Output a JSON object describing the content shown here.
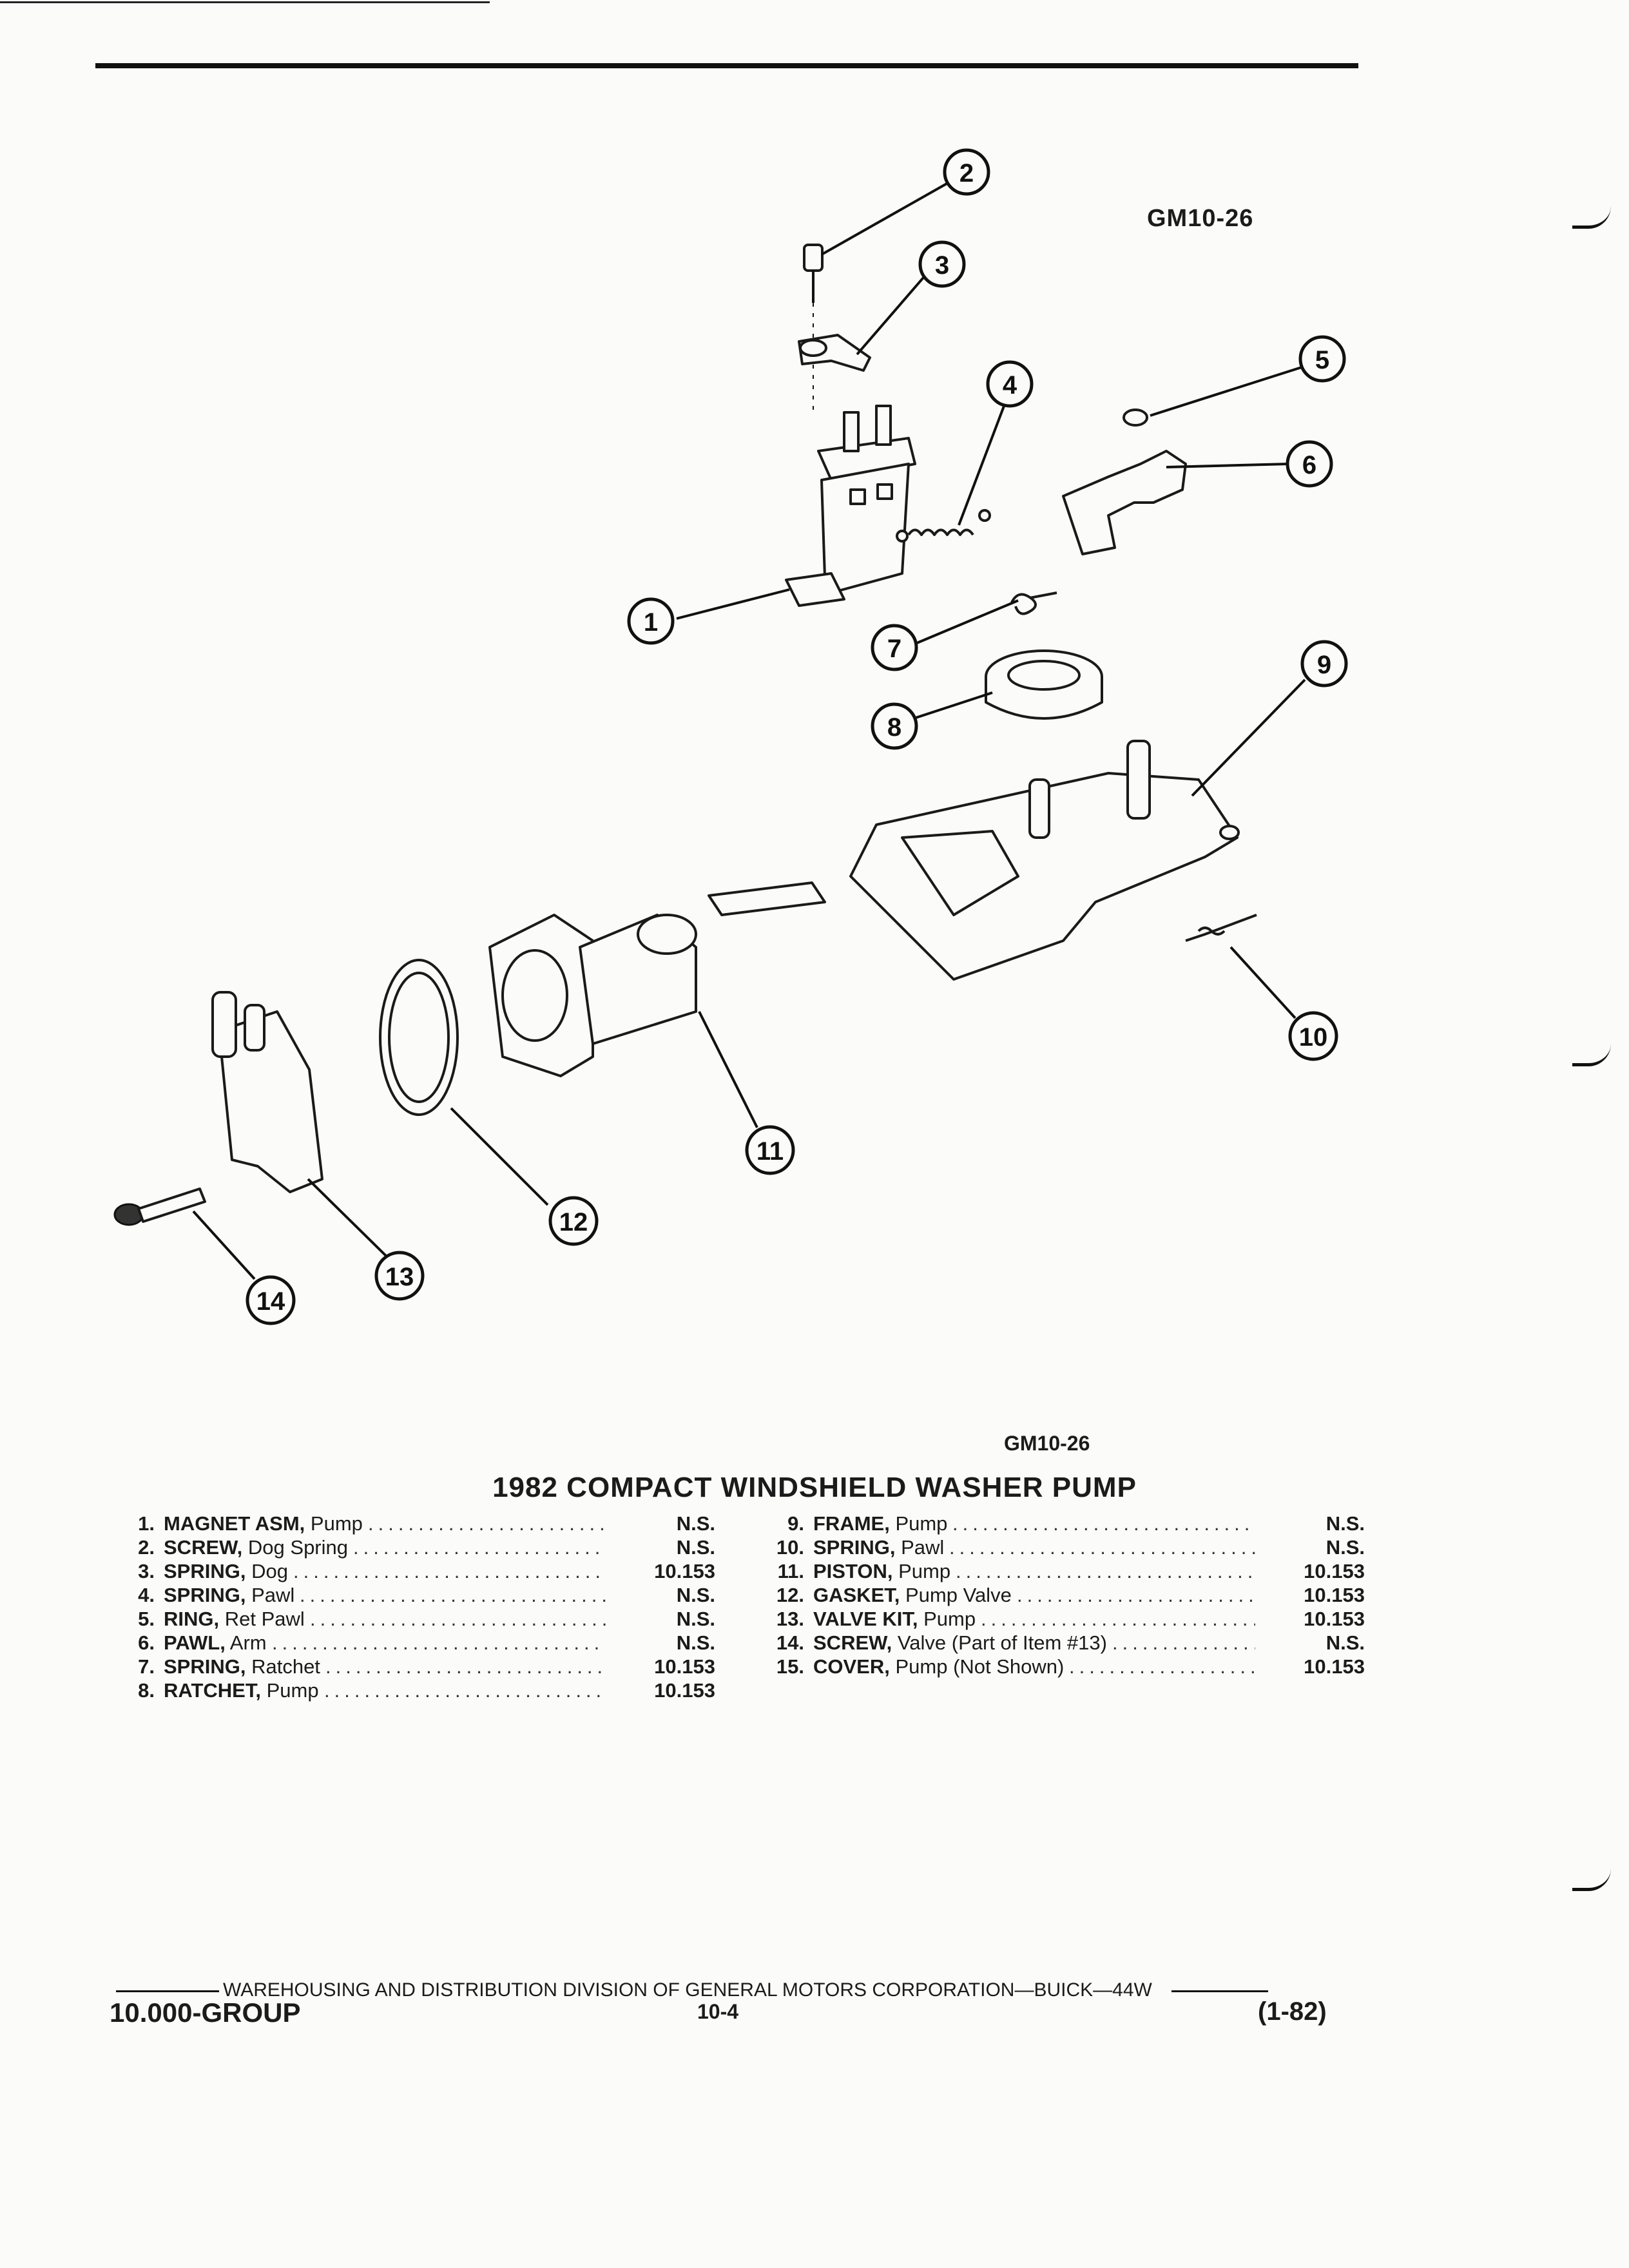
{
  "figure_code_top": "GM10-26",
  "figure_code_bottom": "GM10-26",
  "callouts": [
    "1",
    "2",
    "3",
    "4",
    "5",
    "6",
    "7",
    "8",
    "9",
    "10",
    "11",
    "12",
    "13",
    "14"
  ],
  "title": "1982 COMPACT WINDSHIELD WASHER PUMP",
  "parts_left": [
    {
      "num": "1.",
      "name": "MAGNET ASM,",
      "desc": " Pump",
      "value": "N.S."
    },
    {
      "num": "2.",
      "name": "SCREW,",
      "desc": " Dog Spring",
      "value": "N.S."
    },
    {
      "num": "3.",
      "name": "SPRING,",
      "desc": " Dog",
      "value": "10.153"
    },
    {
      "num": "4.",
      "name": "SPRING,",
      "desc": " Pawl",
      "value": "N.S."
    },
    {
      "num": "5.",
      "name": "RING,",
      "desc": " Ret Pawl",
      "value": "N.S."
    },
    {
      "num": "6.",
      "name": "PAWL,",
      "desc": " Arm",
      "value": "N.S."
    },
    {
      "num": "7.",
      "name": "SPRING,",
      "desc": " Ratchet",
      "value": "10.153"
    },
    {
      "num": "8.",
      "name": "RATCHET,",
      "desc": " Pump",
      "value": "10.153"
    }
  ],
  "parts_right": [
    {
      "num": "9.",
      "name": "FRAME,",
      "desc": " Pump",
      "value": "N.S."
    },
    {
      "num": "10.",
      "name": "SPRING,",
      "desc": " Pawl",
      "value": "N.S."
    },
    {
      "num": "11.",
      "name": "PISTON,",
      "desc": " Pump",
      "value": "10.153"
    },
    {
      "num": "12.",
      "name": "GASKET,",
      "desc": " Pump Valve",
      "value": "10.153"
    },
    {
      "num": "13.",
      "name": "VALVE KIT,",
      "desc": " Pump",
      "value": "10.153"
    },
    {
      "num": "14.",
      "name": "SCREW,",
      "desc": " Valve (Part of Item #13)",
      "value": "N.S."
    },
    {
      "num": "15.",
      "name": "COVER,",
      "desc": " Pump (Not Shown)",
      "value": "10.153"
    }
  ],
  "footer": {
    "division": "WAREHOUSING AND DISTRIBUTION DIVISION OF GENERAL MOTORS CORPORATION—BUICK—44W",
    "group": "10.000-GROUP",
    "page": "10-4",
    "date": "(1-82)"
  }
}
